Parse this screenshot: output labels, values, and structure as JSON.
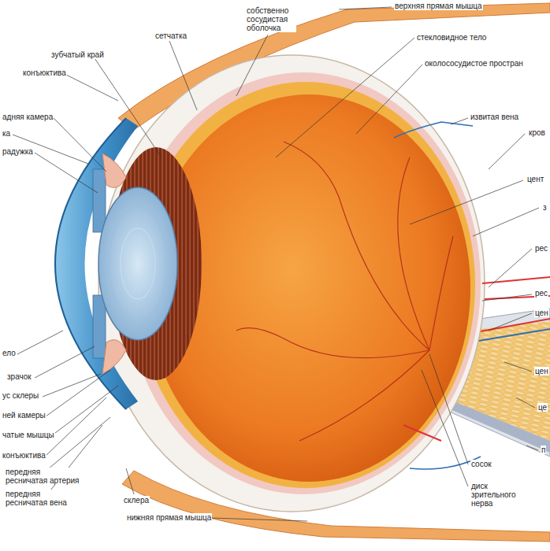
{
  "diagram": {
    "labels": [
      "верхняя прямая мышца",
      "собственно сосудистая оболочка",
      "сетчатка",
      "стекловидное тело",
      "зубчатый край",
      "околососудистое простран",
      "конъюктива",
      "адняя камера",
      "извитая вена",
      "ка",
      "кров",
      "радужка",
      "цент",
      "з",
      "рес",
      "рес",
      "цен",
      "ело",
      "зрачок",
      "цен",
      "ус склеры",
      "це",
      "ней камеры",
      "чатые мышцы",
      "п",
      "конъюктива",
      "передняя ресничатая артерия",
      "передняя ресничатая вена",
      "склера",
      "сосок",
      "диск зрительного нерва",
      "нижняя прямая мышца"
    ]
  }
}
